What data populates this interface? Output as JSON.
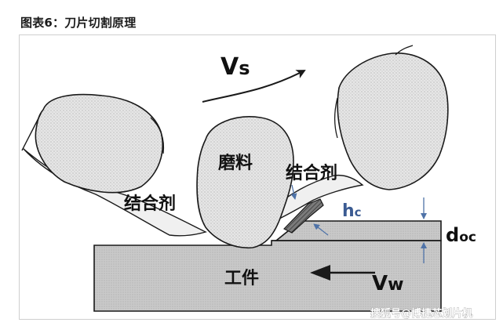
{
  "figure": {
    "caption": "图表6：刀片切割原理"
  },
  "labels": {
    "blade_speed": "V",
    "blade_speed_sub": "s",
    "abrasive": "磨料",
    "binder_left": "结合剂",
    "binder_right": "结合剂",
    "chip_thickness": "h",
    "chip_thickness_sub": "c",
    "depth_of_cut": "d",
    "depth_of_cut_sub": "oc",
    "workpiece": "工件",
    "workpiece_speed": "V",
    "workpiece_speed_sub": "w"
  },
  "watermark": "搜狐号@博捷芯划片机",
  "colors": {
    "grain_fill": "#e6e6e6",
    "workpiece_fill": "#c9c9c9",
    "outline": "#1a1a1a",
    "annotation_blue": "#4f73a8",
    "label_blue": "#3b5b92"
  }
}
